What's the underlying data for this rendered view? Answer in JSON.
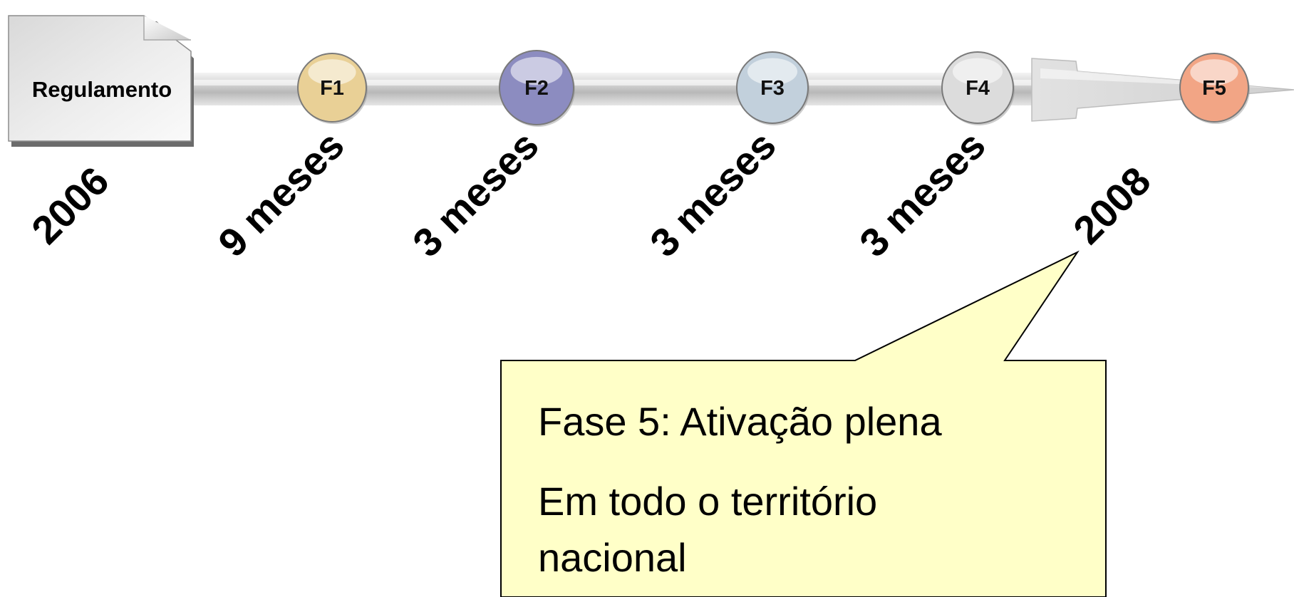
{
  "document": {
    "label": "Regulamento"
  },
  "phases": [
    {
      "id": "F1",
      "color": "#e9d096"
    },
    {
      "id": "F2",
      "color": "#8c8cc0"
    },
    {
      "id": "F3",
      "color": "#c2d0dc"
    },
    {
      "id": "F4",
      "color": "#dcdcdc"
    },
    {
      "id": "F5",
      "color": "#f2a585"
    }
  ],
  "time_labels": [
    "2006",
    "9 meses",
    "3 meses",
    "3 meses",
    "3 meses",
    "2008"
  ],
  "callout": {
    "title": "Fase 5: Ativação plena",
    "line1": "Em todo o território",
    "line2": "nacional",
    "background": "#ffffc8"
  }
}
